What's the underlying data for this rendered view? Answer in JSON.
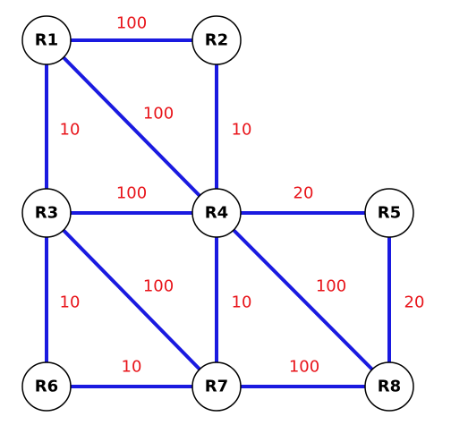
{
  "diagram": {
    "link_color": "#1a1ae0",
    "cost_color": "#e8141a",
    "nodes": [
      {
        "id": "R1",
        "label": "R1"
      },
      {
        "id": "R2",
        "label": "R2"
      },
      {
        "id": "R3",
        "label": "R3"
      },
      {
        "id": "R4",
        "label": "R4"
      },
      {
        "id": "R5",
        "label": "R5"
      },
      {
        "id": "R6",
        "label": "R6"
      },
      {
        "id": "R7",
        "label": "R7"
      },
      {
        "id": "R8",
        "label": "R8"
      }
    ],
    "links": [
      {
        "from": "R1",
        "to": "R2",
        "cost": "100"
      },
      {
        "from": "R1",
        "to": "R3",
        "cost": "10"
      },
      {
        "from": "R1",
        "to": "R4",
        "cost": "100"
      },
      {
        "from": "R2",
        "to": "R4",
        "cost": "10"
      },
      {
        "from": "R3",
        "to": "R4",
        "cost": "100"
      },
      {
        "from": "R4",
        "to": "R5",
        "cost": "20"
      },
      {
        "from": "R3",
        "to": "R6",
        "cost": "10"
      },
      {
        "from": "R3",
        "to": "R7",
        "cost": "100"
      },
      {
        "from": "R4",
        "to": "R7",
        "cost": "10"
      },
      {
        "from": "R4",
        "to": "R8",
        "cost": "100"
      },
      {
        "from": "R5",
        "to": "R8",
        "cost": "20"
      },
      {
        "from": "R6",
        "to": "R7",
        "cost": "10"
      },
      {
        "from": "R7",
        "to": "R8",
        "cost": "100"
      }
    ]
  }
}
